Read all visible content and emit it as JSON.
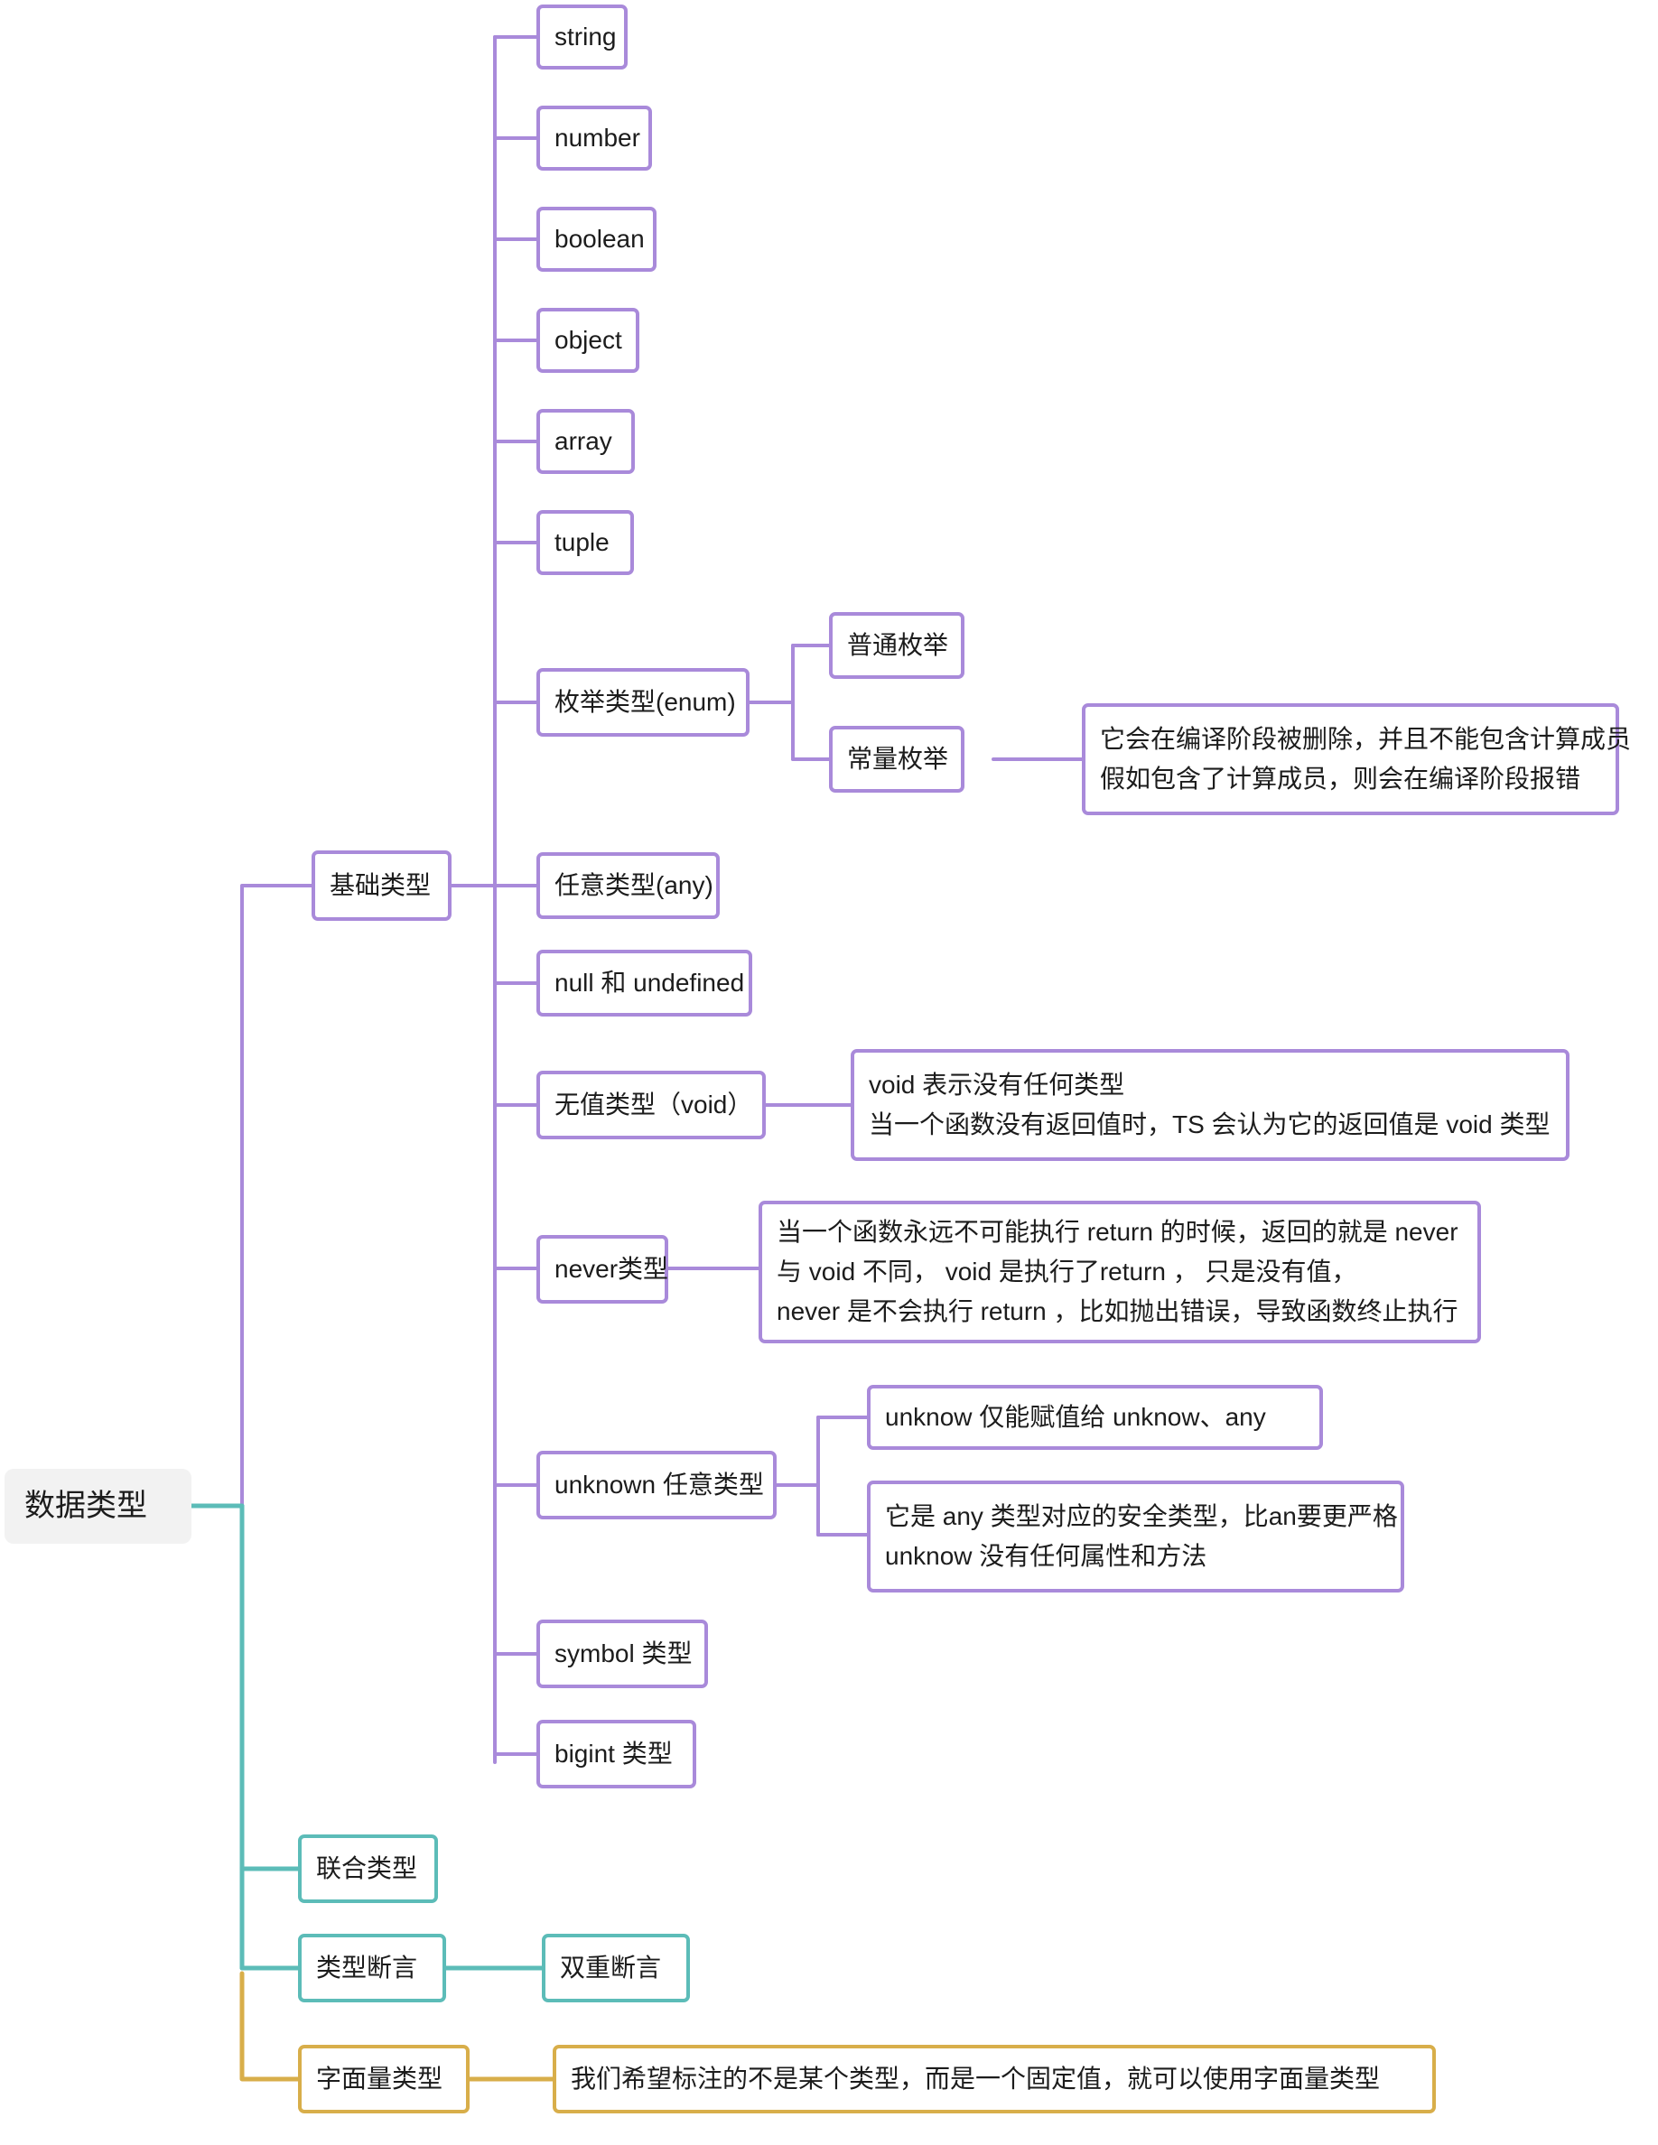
{
  "diagram": {
    "title": "数据类型",
    "type": "mindmap",
    "colors": {
      "purple": "#a98ada",
      "teal": "#5cbcb8",
      "gold": "#d8ae4a",
      "root_bg": "#f2f2f2",
      "text": "#1c1c1c",
      "canvas": "#ffffff"
    }
  },
  "nodes": {
    "root": {
      "label": "数据类型"
    },
    "basic_types": {
      "label": "基础类型"
    },
    "string": {
      "label": "string"
    },
    "number": {
      "label": "number"
    },
    "boolean": {
      "label": "boolean"
    },
    "object": {
      "label": "object"
    },
    "array": {
      "label": "array"
    },
    "tuple": {
      "label": "tuple"
    },
    "enum": {
      "label": "枚举类型(enum)"
    },
    "enum_normal": {
      "label": "普通枚举"
    },
    "enum_const": {
      "label": "常量枚举"
    },
    "enum_const_desc": {
      "line1": "它会在编译阶段被删除，并且不能包含计算成员",
      "line2": "假如包含了计算成员，则会在编译阶段报错"
    },
    "any": {
      "label": "任意类型(any)"
    },
    "null_undefined": {
      "label": "null 和 undefined"
    },
    "void": {
      "label": "无值类型（void）"
    },
    "void_desc": {
      "line1": "void 表示没有任何类型",
      "line2": "当一个函数没有返回值时，TS 会认为它的返回值是 void 类型"
    },
    "never": {
      "label": "never类型"
    },
    "never_desc": {
      "line1": "当一个函数永远不可能执行 return 的时候，返回的就是 never",
      "line2": "与 void 不同， void 是执行了return ， 只是没有值，",
      "line3": "never 是不会执行 return ，比如抛出错误，导致函数终止执行"
    },
    "unknown": {
      "label": "unknown 任意类型"
    },
    "unknown_desc1": {
      "line1": "unknow 仅能赋值给 unknow、any"
    },
    "unknown_desc2": {
      "line1": "它是 any 类型对应的安全类型，比an要更严格",
      "line2": "unknow 没有任何属性和方法"
    },
    "symbol": {
      "label": "symbol 类型"
    },
    "bigint": {
      "label": "bigint 类型"
    },
    "union": {
      "label": "联合类型"
    },
    "assertion": {
      "label": "类型断言"
    },
    "double_assertion": {
      "label": "双重断言"
    },
    "literal": {
      "label": "字面量类型"
    },
    "literal_desc": {
      "line1": "我们希望标注的不是某个类型，而是一个固定值，就可以使用字面量类型"
    }
  }
}
